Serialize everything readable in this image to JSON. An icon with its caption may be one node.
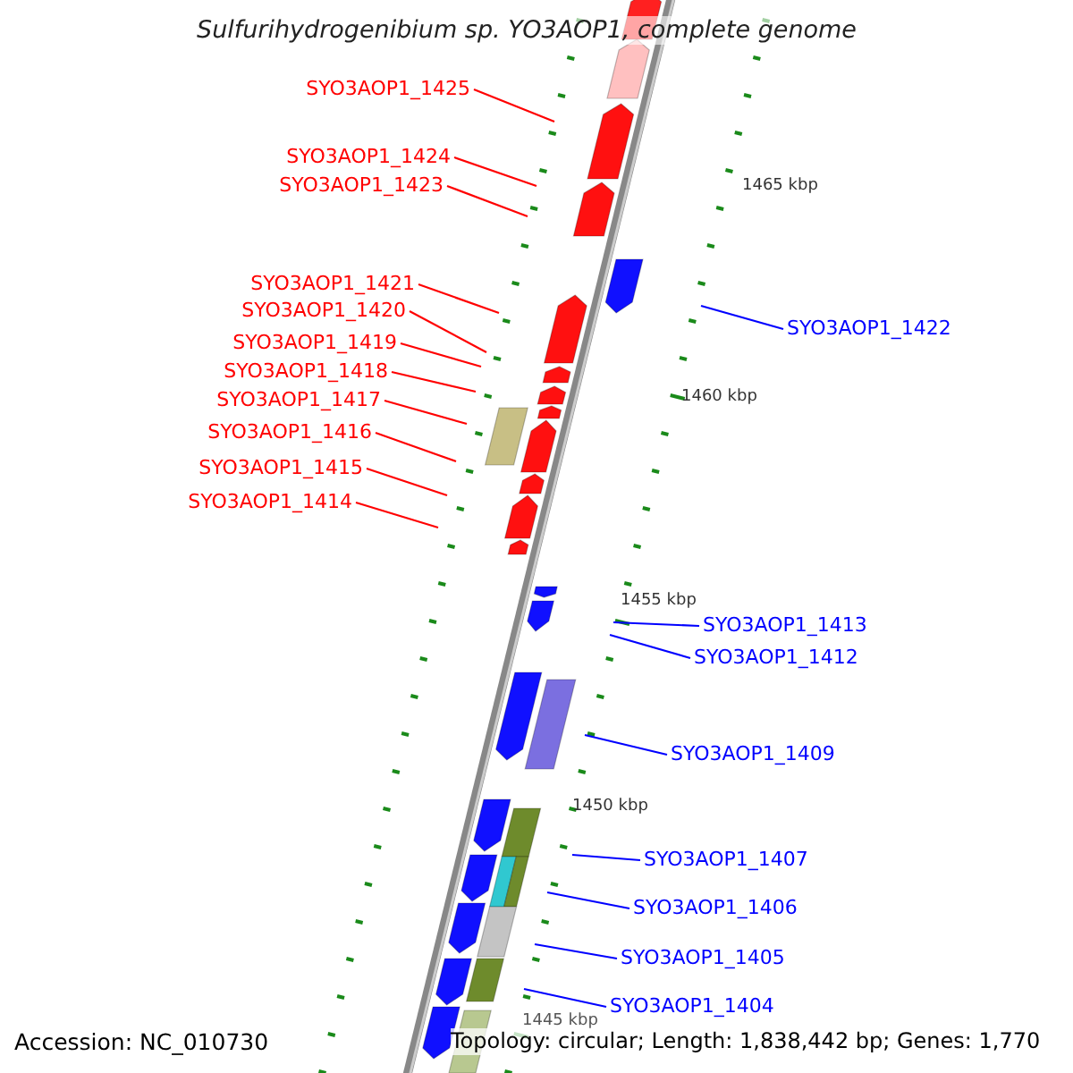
{
  "diagram": {
    "title": "Sulfurihydrogenibium sp. YO3AOP1, complete genome",
    "nodes": [
      {
        "text": [
          "SYO3AOP1_1425"
        ]
      },
      {
        "text": [
          "SYO3AOP1_1424"
        ]
      },
      {
        "text": [
          "SYO3AOP1_1423"
        ]
      },
      {
        "text": [
          "SYO3AOP1_1421"
        ]
      },
      {
        "text": [
          "SYO3AOP1_1420"
        ]
      },
      {
        "text": [
          "SYO3AOP1_1422"
        ]
      },
      {
        "text": [
          "SYO3AOP1_1419"
        ]
      },
      {
        "text": [
          "SYO3AOP1_1418"
        ]
      },
      {
        "text": [
          "SYO3AOP1_1417"
        ]
      },
      {
        "text": [
          "SYO3AOP1_1416"
        ]
      },
      {
        "text": [
          "SYO3AOP1_1415"
        ]
      },
      {
        "text": [
          "SYO3AOP1_1414"
        ]
      },
      {
        "text": [
          "SYO3AOP1_1413"
        ]
      },
      {
        "text": [
          "SYO3AOP1_1412"
        ]
      },
      {
        "text": [
          "SYO3AOP1_1409"
        ]
      },
      {
        "text": [
          "SYO3AOP1_1407"
        ]
      },
      {
        "text": [
          "SYO3AOP1_1406"
        ]
      },
      {
        "text": [
          "SYO3AOP1_1405"
        ]
      },
      {
        "text": [
          "SYO3AOP1_1404"
        ]
      }
    ],
    "edges": [
      {
        "from": 0,
        "to": null,
        "arrow": "none"
      },
      {
        "from": 1,
        "to": null,
        "arrow": "none"
      },
      {
        "from": 2,
        "to": null,
        "arrow": "none"
      },
      {
        "from": 3,
        "to": null,
        "arrow": "none"
      },
      {
        "from": 4,
        "to": null,
        "arrow": "none"
      },
      {
        "from": 5,
        "to": null,
        "arrow": "none",
        "color": "#0000ff"
      },
      {
        "from": 6,
        "to": null,
        "arrow": "none"
      },
      {
        "from": 7,
        "to": null,
        "arrow": "none"
      },
      {
        "from": 8,
        "to": null,
        "arrow": "none"
      },
      {
        "from": 9,
        "to": null,
        "arrow": "none"
      },
      {
        "from": 10,
        "to": null,
        "arrow": "none"
      },
      {
        "from": 11,
        "to": null,
        "arrow": "none"
      },
      {
        "from": 12,
        "to": null,
        "arrow": "none",
        "color": "#0000ff"
      },
      {
        "from": 13,
        "to": null,
        "arrow": "none",
        "color": "#0000ff"
      },
      {
        "from": 14,
        "to": null,
        "arrow": "none",
        "color": "#0000ff"
      },
      {
        "from": 15,
        "to": null,
        "arrow": "none",
        "color": "#0000ff"
      },
      {
        "from": 16,
        "to": null,
        "arrow": "none",
        "color": "#0000ff"
      },
      {
        "from": 17,
        "to": null,
        "arrow": "none",
        "color": "#0000ff"
      },
      {
        "from": 18,
        "to": null,
        "arrow": "none",
        "color": "#0000ff"
      }
    ],
    "labels": [
      "1465 kbp",
      "1460 kbp",
      "1455 kbp",
      "1450 kbp",
      "1445 kbp",
      "Accession: NC_010730",
      "Topology: circular; Length: 1,838,442 bp; Genes: 1,770"
    ]
  }
}
